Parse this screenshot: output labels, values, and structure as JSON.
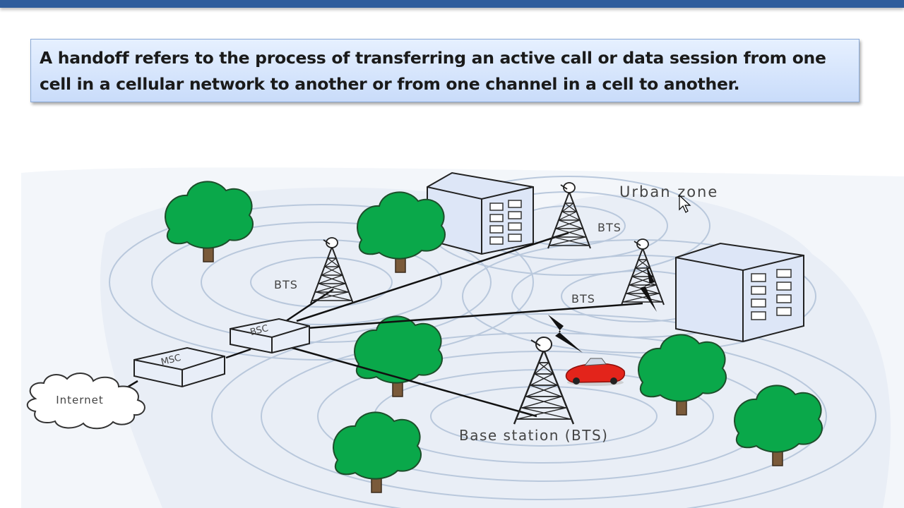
{
  "slide": {
    "definition": "A handoff refers to the process of transferring an active call or data session from one cell in a cellular network to another or from one channel in a cell to another."
  },
  "diagram": {
    "labels": {
      "urban_zone": "Urban zone",
      "bts_left": "BTS",
      "bts_top": "BTS",
      "bts_right": "BTS",
      "base_station": "Base station (BTS)",
      "bsc": "BSC",
      "msc": "MSC",
      "internet": "Internet"
    },
    "colors": {
      "top_bar": "#2f5d9c",
      "tree_foliage": "#0aa84a",
      "trunk": "#7a5a3a",
      "coverage_fill": "#e9eef6",
      "coverage_rings": "#b9c8dc",
      "building": "#dde6f7",
      "car": "#e3241b"
    },
    "icons": [
      "tree-icon",
      "building-icon",
      "tower-icon",
      "car-icon",
      "lightning-icon",
      "cloud-icon",
      "cursor-icon"
    ]
  }
}
